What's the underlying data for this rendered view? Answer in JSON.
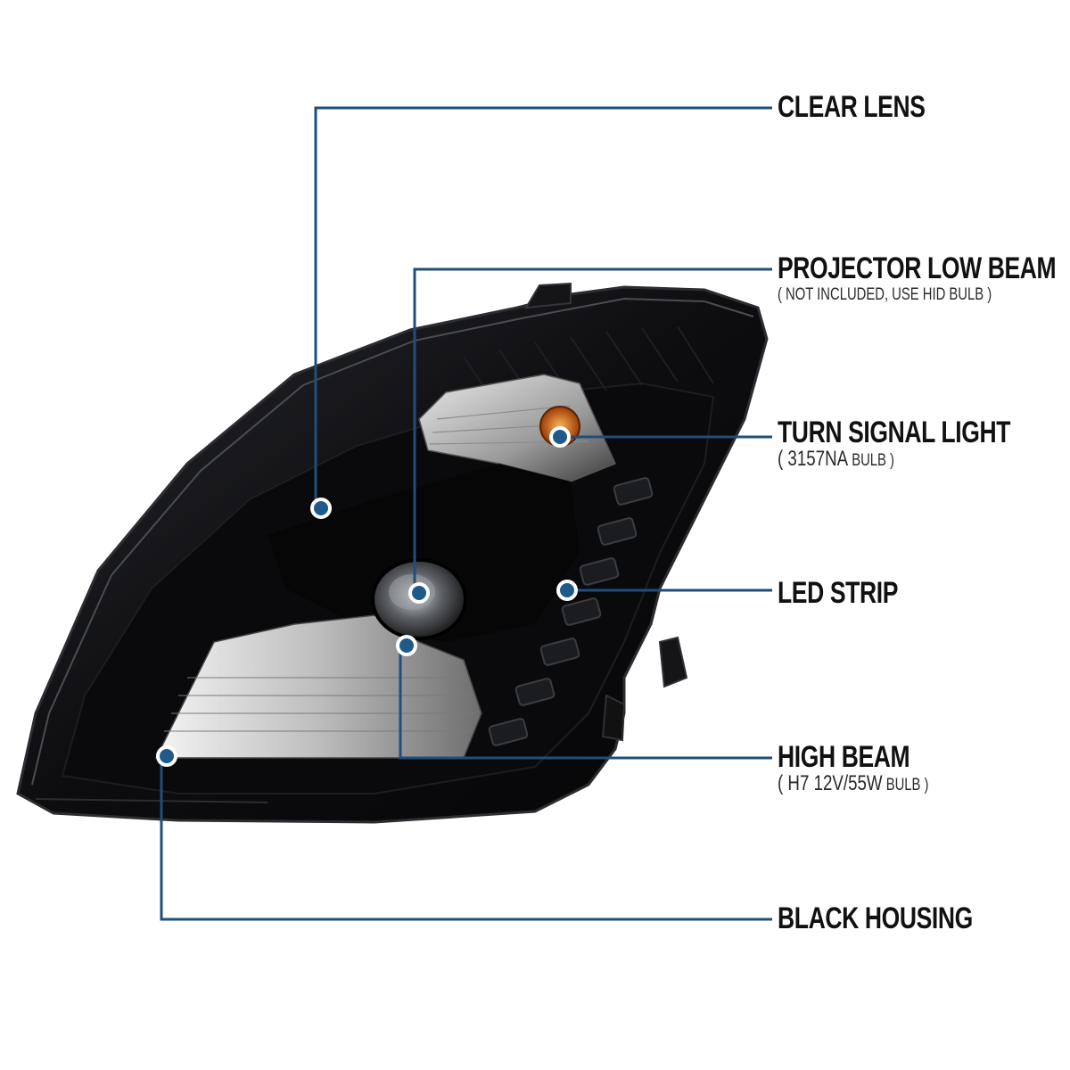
{
  "colors": {
    "leader_line": "#1f4f7a",
    "dot_fill": "#1f5a8a",
    "dot_ring": "#ffffff",
    "housing": "#0b0b0d",
    "amber": "#e07a1a"
  },
  "callouts": [
    {
      "id": "clear-lens",
      "title": "CLEAR LENS",
      "sub": ""
    },
    {
      "id": "projector-low-beam",
      "title": "PROJECTOR LOW BEAM",
      "sub": "( NOT INCLUDED, USE  HID  BULB )"
    },
    {
      "id": "turn-signal-light",
      "title": "TURN SIGNAL LIGHT",
      "sub_lead": "( 3157NA",
      "sub_tail": " BULB )"
    },
    {
      "id": "led-strip",
      "title": "LED STRIP",
      "sub": ""
    },
    {
      "id": "high-beam",
      "title": "HIGH BEAM",
      "sub_lead": "( H7  12V/55W",
      "sub_tail": "  BULB )"
    },
    {
      "id": "black-housing",
      "title": "BLACK HOUSING",
      "sub": ""
    }
  ]
}
